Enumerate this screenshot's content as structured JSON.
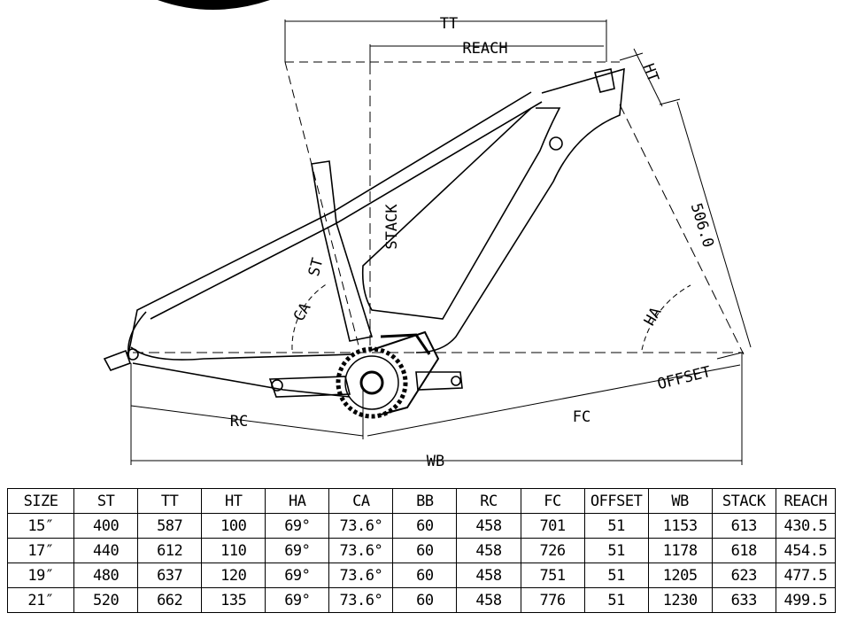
{
  "labels": {
    "tt": "TT",
    "reach": "REACH",
    "ht": "HT",
    "stack": "STACK",
    "st": "ST",
    "ca": "CA",
    "ha": "HA",
    "fork_length": "506.0",
    "offset": "OFFSET",
    "rc": "RC",
    "fc": "FC",
    "wb": "WB"
  },
  "table": {
    "headers": [
      "SIZE",
      "ST",
      "TT",
      "HT",
      "HA",
      "CA",
      "BB",
      "RC",
      "FC",
      "OFFSET",
      "WB",
      "STACK",
      "REACH"
    ],
    "rows": [
      [
        "15″",
        "400",
        "587",
        "100",
        "69°",
        "73.6°",
        "60",
        "458",
        "701",
        "51",
        "1153",
        "613",
        "430.5"
      ],
      [
        "17″",
        "440",
        "612",
        "110",
        "69°",
        "73.6°",
        "60",
        "458",
        "726",
        "51",
        "1178",
        "618",
        "454.5"
      ],
      [
        "19″",
        "480",
        "637",
        "120",
        "69°",
        "73.6°",
        "60",
        "458",
        "751",
        "51",
        "1205",
        "623",
        "477.5"
      ],
      [
        "21″",
        "520",
        "662",
        "135",
        "69°",
        "73.6°",
        "60",
        "458",
        "776",
        "51",
        "1230",
        "633",
        "499.5"
      ]
    ]
  }
}
